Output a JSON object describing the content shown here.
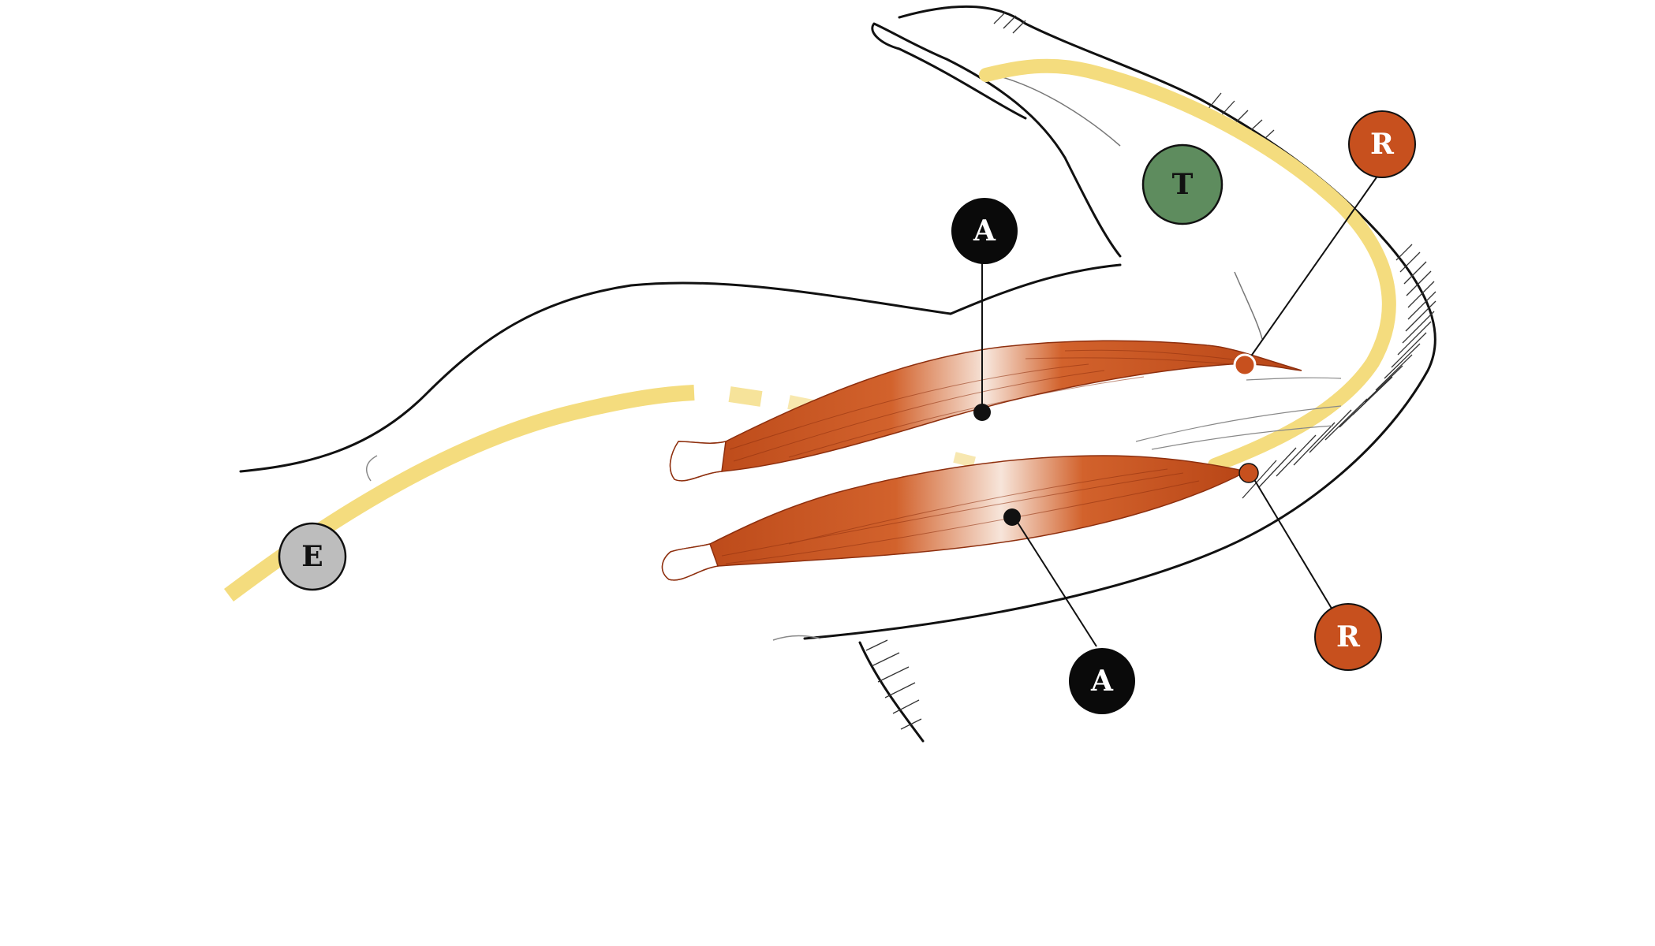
{
  "colors": {
    "muscle": "#C7501E",
    "muscle_fiber": "#8E2F0E",
    "nerve": "#F4DC7E",
    "outline": "#111111",
    "badge_A": "#0A0A0A",
    "badge_R": "#C7501E",
    "badge_T": "#5E8C5E",
    "badge_E": "#BDBDBD"
  },
  "labels": {
    "A_upper": "A",
    "A_lower": "A",
    "R_upper": "R",
    "R_lower": "R",
    "T": "T",
    "E": "E"
  },
  "icons": {
    "A": "black-circle-label",
    "R": "orange-circle-label",
    "T": "green-circle-label",
    "E": "gray-circle-label"
  }
}
